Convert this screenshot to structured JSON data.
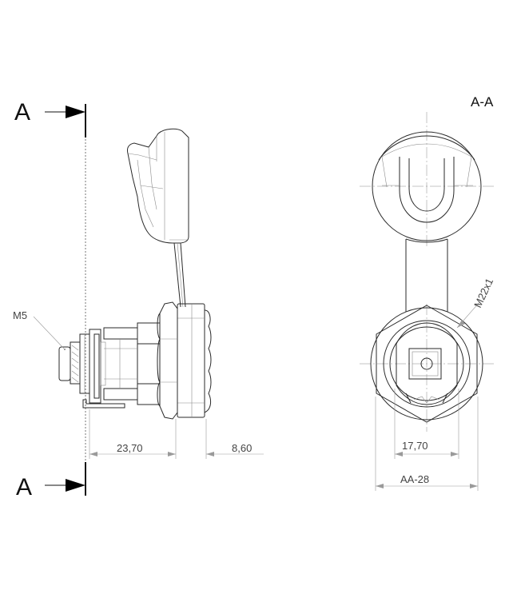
{
  "section": {
    "marker_top": "A",
    "marker_bottom": "A",
    "view_title": "A-A"
  },
  "side_view": {
    "thread_label": "M5",
    "dim_left": "23,70",
    "dim_right": "8,60"
  },
  "section_view": {
    "thread_label": "M22x1",
    "dim_inner": "17,70",
    "dim_outer": "AA-28"
  }
}
